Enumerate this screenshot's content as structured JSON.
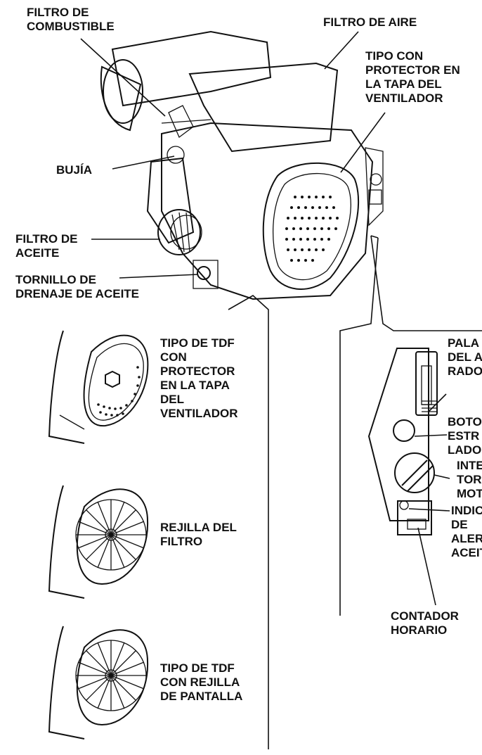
{
  "labels": {
    "fuel_filter": [
      "FILTRO DE",
      "COMBUSTIBLE"
    ],
    "air_filter": "FILTRO DE AIRE",
    "fan_cover_type": [
      "TIPO CON",
      "PROTECTOR EN",
      "LA TAPA DEL",
      "VENTILADOR"
    ],
    "spark_plug": "BUJÍA",
    "oil_filter": [
      "FILTRO DE",
      "ACEITE"
    ],
    "drain_plug": [
      "TORNILLO DE",
      "DRENAJE DE ACEITE"
    ],
    "pto_fan_cover": [
      "TIPO DE TDF",
      "CON",
      "PROTECTOR",
      "EN LA TAPA",
      "DEL",
      "VENTILADOR"
    ],
    "filter_grille": [
      "REJILLA DEL",
      "FILTRO"
    ],
    "pto_screen_grille": [
      "TIPO DE TDF",
      "CON REJILLA",
      "DE PANTALLA"
    ],
    "choke_lever": [
      "PALA",
      "DEL A",
      "RADO"
    ],
    "starter_button": [
      "BOTO",
      "ESTR",
      "LADO"
    ],
    "engine_switch": [
      "INTE",
      "TOR",
      "MOT"
    ],
    "oil_alert": [
      "INDIC",
      "DE",
      "ALER",
      "ACEIT"
    ],
    "hour_meter": [
      "CONTADOR",
      "HORARIO"
    ]
  }
}
